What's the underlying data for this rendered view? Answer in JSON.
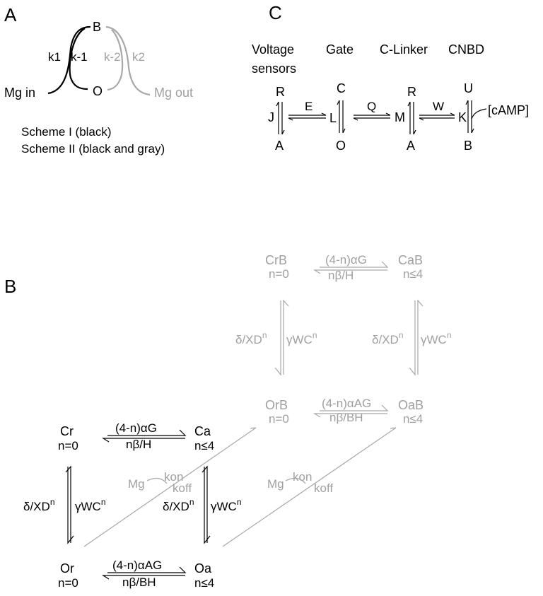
{
  "panels": {
    "a": "A",
    "b": "B",
    "c": "C"
  },
  "scheme_a": {
    "state_b": "B",
    "state_o": "O",
    "mg_in": "Mg in",
    "mg_out": "Mg out",
    "k1": "k1",
    "k_minus1": "k-1",
    "k_minus2": "k-2",
    "k2": "k2",
    "legend1": "Scheme I  (black)",
    "legend2": "Scheme II (black and gray)"
  },
  "scheme_c": {
    "head_vs1": "Voltage",
    "head_vs2": "sensors",
    "head_gate": "Gate",
    "head_clinker": "C-Linker",
    "head_cnbd": "CNBD",
    "col1": {
      "top": "R",
      "mid": "J",
      "bot": "A"
    },
    "col2": {
      "top": "C",
      "mid": "L",
      "bot": "O"
    },
    "col3": {
      "top": "R",
      "mid": "M",
      "bot": "A"
    },
    "col4": {
      "top": "U",
      "mid": "K",
      "bot": "B"
    },
    "e": "E",
    "q": "Q",
    "w": "W",
    "camp": "[cAMP]"
  },
  "scheme_b": {
    "crb": {
      "name": "CrB",
      "n": "n=0"
    },
    "cab": {
      "name": "CaB",
      "n": "n≤4"
    },
    "orb": {
      "name": "OrB",
      "n": "n=0"
    },
    "oab": {
      "name": "OaB",
      "n": "n≤4"
    },
    "cr": {
      "name": "Cr",
      "n": "n=0"
    },
    "ca": {
      "name": "Ca",
      "n": "n≤4"
    },
    "or": {
      "name": "Or",
      "n": "n=0"
    },
    "oa": {
      "name": "Oa",
      "n": "n≤4"
    },
    "fwd_closed": "(4-n)αG",
    "rev_closed": "nβ/H",
    "fwd_open": "(4-n)αAG",
    "rev_open": "nβ/BH",
    "down_base": "δ/XD",
    "up_base": "γWC",
    "sup_n": "n",
    "mg": "Mg",
    "kon": "kon",
    "koff": "koff"
  }
}
